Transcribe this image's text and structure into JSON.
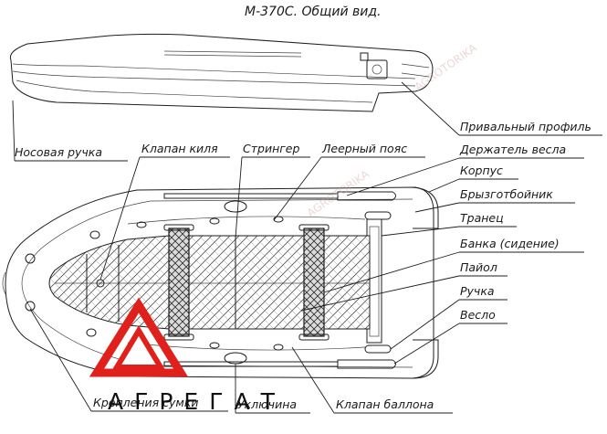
{
  "title": "М-370С. Общий вид.",
  "labels": {
    "bow_handle": "Носовая ручка",
    "rub_strake": "Привальный профиль",
    "keel_valve": "Клапан киля",
    "stringer": "Стрингер",
    "lifeline": "Леерный пояс",
    "oar_holder": "Держатель весла",
    "hull": "Корпус",
    "spray_deflector": "Брызготбойник",
    "transom": "Транец",
    "bench": "Банка (сидение)",
    "floor": "Пайол",
    "handle": "Ручка",
    "oar": "Весло",
    "bag_mount": "Крепления сумки",
    "oarlock": "Уключина",
    "tube_valve": "Клапан баллона"
  },
  "logo": {
    "text": "АГРЕГАТ",
    "color": "#e0201b"
  },
  "watermark": "AGROTORIKA",
  "colors": {
    "line": "#1d1d1d",
    "logo_red": "#e0201b"
  }
}
